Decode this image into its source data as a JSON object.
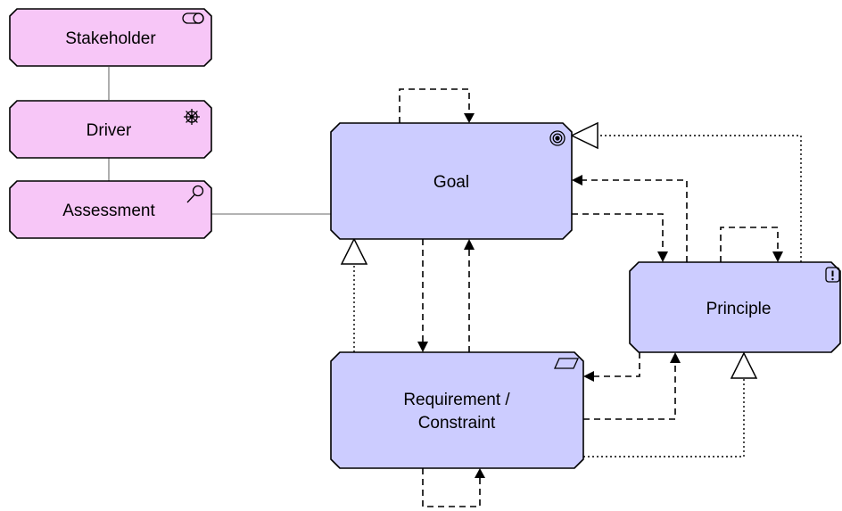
{
  "colors": {
    "motivation_fill": "#f7c6f7",
    "element_fill": "#ccccff",
    "border": "#000000",
    "association_line": "#9a9a9a"
  },
  "nodes": {
    "stakeholder": {
      "label": "Stakeholder",
      "icon": "stakeholder-icon"
    },
    "driver": {
      "label": "Driver",
      "icon": "driver-wheel-icon"
    },
    "assessment": {
      "label": "Assessment",
      "icon": "magnifier-icon"
    },
    "goal": {
      "label": "Goal",
      "icon": "target-icon"
    },
    "principle": {
      "label": "Principle",
      "icon": "exclamation-icon"
    },
    "requirement": {
      "label_line1": "Requirement /",
      "label_line2": "Constraint",
      "icon": "parallelogram-icon"
    }
  },
  "edges": [
    {
      "from": "stakeholder",
      "to": "driver",
      "type": "association"
    },
    {
      "from": "driver",
      "to": "assessment",
      "type": "association"
    },
    {
      "from": "assessment",
      "to": "goal",
      "type": "association"
    },
    {
      "from": "goal",
      "to": "goal",
      "type": "influence"
    },
    {
      "from": "goal",
      "to": "requirement",
      "type": "influence"
    },
    {
      "from": "requirement",
      "to": "goal",
      "type": "influence"
    },
    {
      "from": "requirement",
      "to": "goal",
      "type": "realization"
    },
    {
      "from": "goal",
      "to": "principle",
      "type": "influence"
    },
    {
      "from": "principle",
      "to": "goal",
      "type": "influence"
    },
    {
      "from": "principle",
      "to": "goal",
      "type": "realization"
    },
    {
      "from": "principle",
      "to": "principle",
      "type": "influence"
    },
    {
      "from": "principle",
      "to": "requirement",
      "type": "influence"
    },
    {
      "from": "requirement",
      "to": "principle",
      "type": "influence"
    },
    {
      "from": "requirement",
      "to": "principle",
      "type": "realization"
    },
    {
      "from": "requirement",
      "to": "requirement",
      "type": "influence"
    }
  ]
}
